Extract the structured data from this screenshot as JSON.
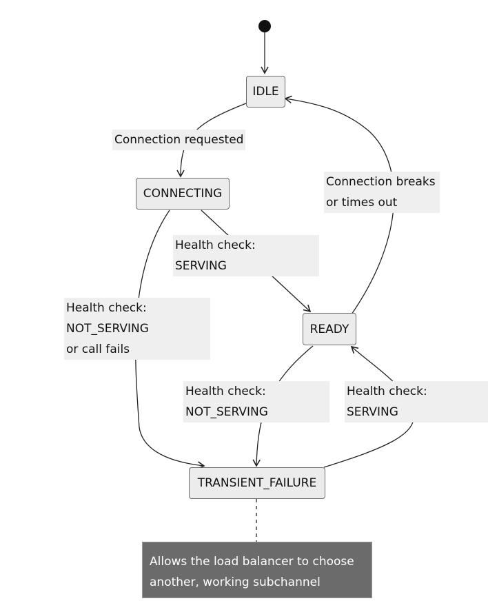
{
  "colors": {
    "state_fill": "#ececec",
    "state_border": "#6b6b6b",
    "label_bg": "#efefef",
    "note_fill": "#6b6b6b",
    "note_text": "#ffffff",
    "edge": "#222222"
  },
  "states": {
    "idle": "IDLE",
    "connecting": "CONNECTING",
    "ready": "READY",
    "transient_failure": "TRANSIENT_FAILURE"
  },
  "edges": {
    "connection_requested": [
      "Connection requested"
    ],
    "connection_breaks": [
      "Connection breaks",
      "or times out"
    ],
    "connecting_serving": [
      "Health check:",
      "SERVING"
    ],
    "connecting_failure": [
      "Health check:",
      "NOT_SERVING",
      "or call fails"
    ],
    "ready_not_serving": [
      "Health check:",
      "NOT_SERVING"
    ],
    "failure_serving": [
      "Health check:",
      "SERVING"
    ]
  },
  "note": [
    "Allows the load balancer to choose",
    "another, working subchannel"
  ]
}
